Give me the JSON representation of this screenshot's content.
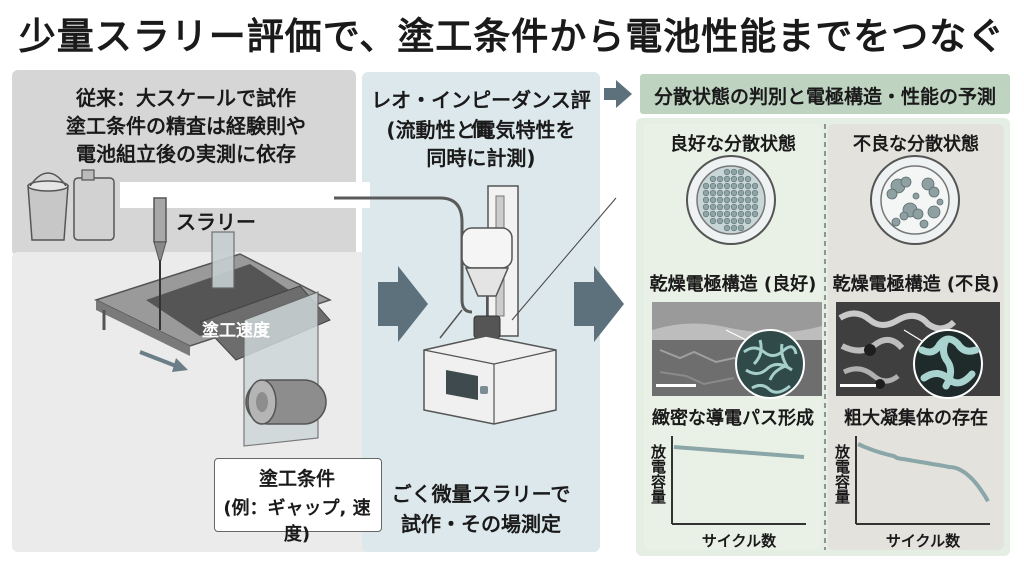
{
  "title": "少量スラリー評価で、塗工条件から電池性能までをつなぐ",
  "conventional": {
    "heading": "従来：大スケールで試作",
    "line2": "塗工条件の精査は経験則や",
    "line3": "電池組立後の実測に依存",
    "slurry_label": "スラリー",
    "speed_label": "塗工速度",
    "conditions_line1": "塗工条件",
    "conditions_line2": "(例：ギャップ, 速度)"
  },
  "rheo": {
    "heading": "レオ・インピーダンス評価",
    "line2": "(流動性と電気特性を",
    "line3": "同時に計測)",
    "bottom_line1": "ごく微量スラリーで",
    "bottom_line2": "試作・その場測定"
  },
  "prediction": {
    "banner": "分散状態の判別と電極構造・性能の予測",
    "good": {
      "heading": "良好な分散状態",
      "structure": "乾燥電極構造 (良好)",
      "path": "緻密な導電パス形成",
      "ylabel": "放電容量",
      "xlabel": "サイクル数"
    },
    "bad": {
      "heading": "不良な分散状態",
      "structure": "乾燥電極構造 (不良)",
      "path": "粗大凝集体の存在",
      "ylabel": "放電容量",
      "xlabel": "サイクル数"
    }
  },
  "colors": {
    "gray_panel": "#d6d6d6",
    "blue_panel": "#dde8ec",
    "green_panel": "#e4eee2",
    "banner": "#bfd3c1",
    "arrow": "#5d717d",
    "curve": "#8aa6a8"
  }
}
